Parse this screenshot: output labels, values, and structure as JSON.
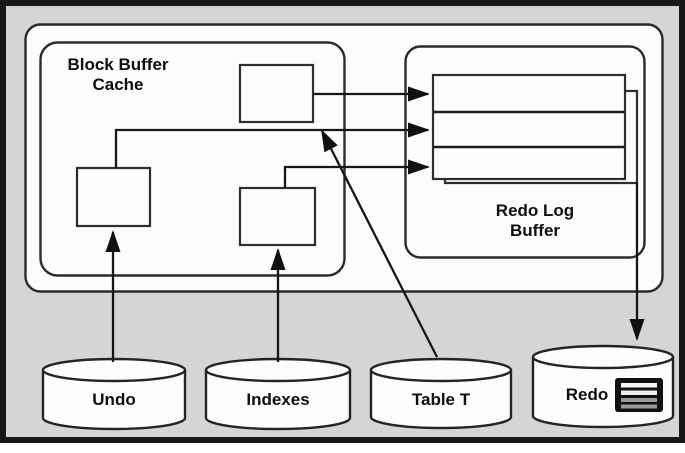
{
  "diagram": {
    "colors": {
      "figure_background": "#d5d5d5",
      "panel_fill": "#fcfcfc",
      "line": "#161616",
      "icon_fill": "#111111"
    },
    "labels": {
      "block_buffer_cache": "Block Buffer Cache",
      "redo_log_buffer": "Redo Log Buffer"
    },
    "log_buffer": {
      "entry_rows": 3
    },
    "datastores": [
      {
        "label": "Undo"
      },
      {
        "label": "Indexes"
      },
      {
        "label": "Table T"
      },
      {
        "label": "Redo",
        "icon": "log-file-icon"
      }
    ]
  }
}
